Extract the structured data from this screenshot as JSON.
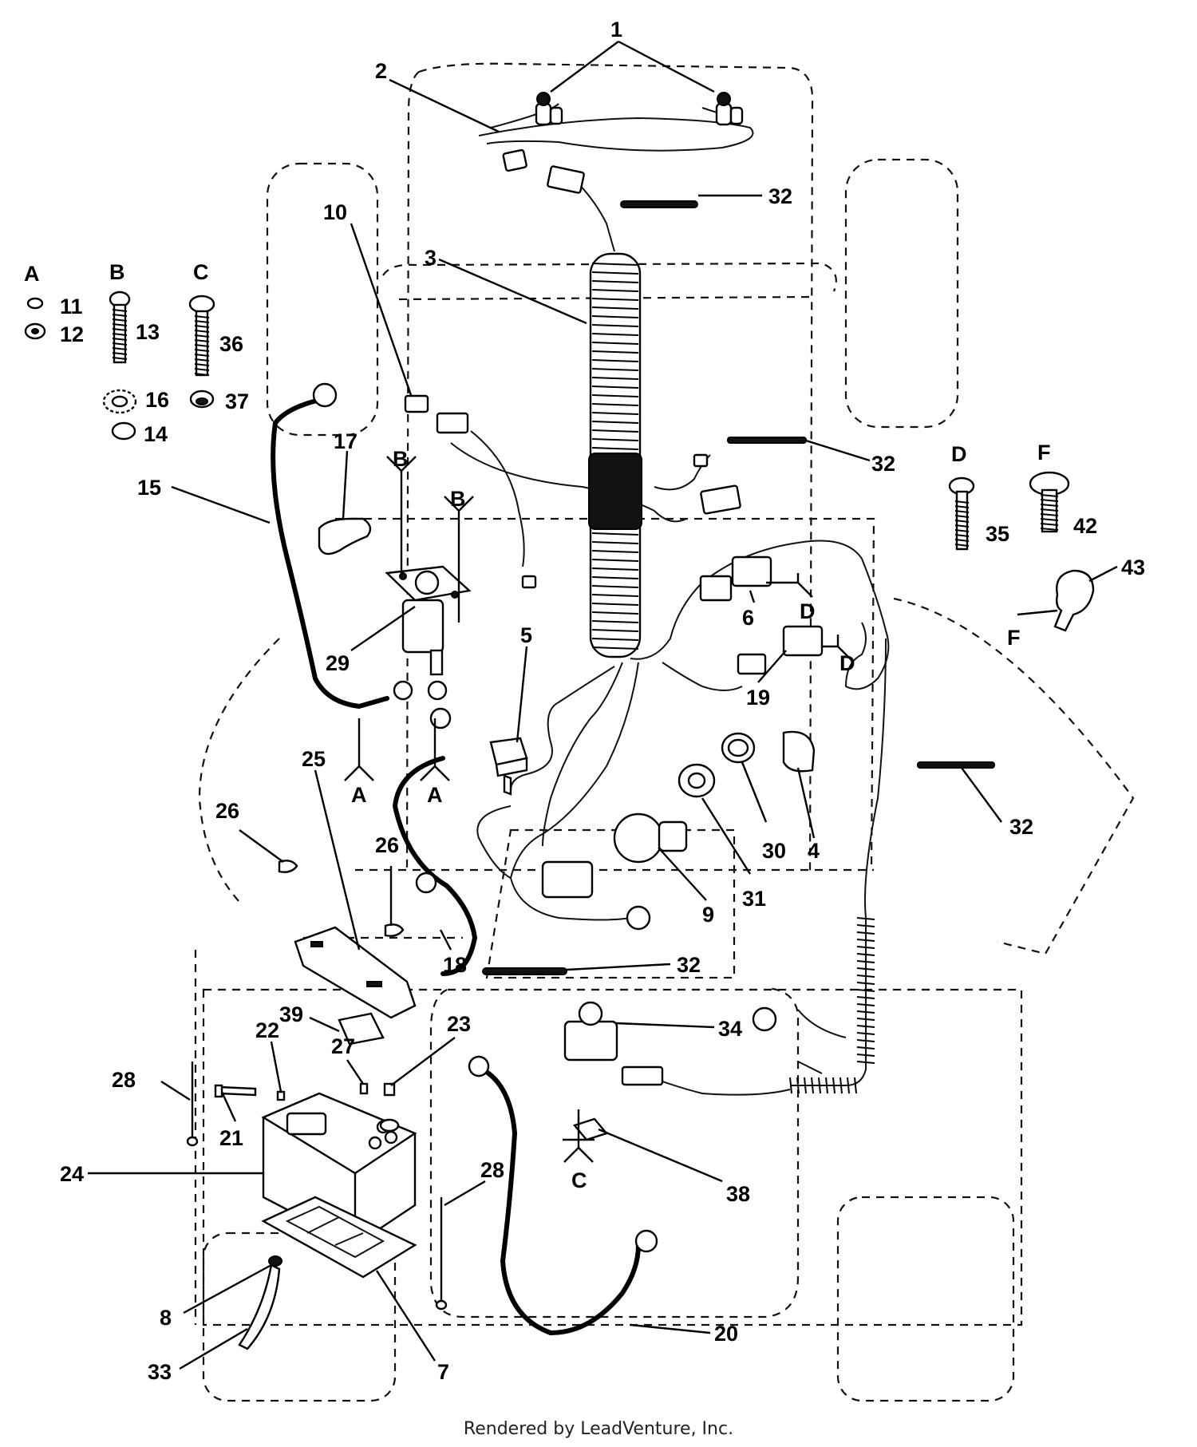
{
  "footer": {
    "credit": "Rendered by LeadVenture, Inc."
  },
  "callouts": [
    {
      "id": "c1",
      "text": "1"
    },
    {
      "id": "c2",
      "text": "2"
    },
    {
      "id": "c3",
      "text": "3"
    },
    {
      "id": "c4",
      "text": "4"
    },
    {
      "id": "c5",
      "text": "5"
    },
    {
      "id": "c6",
      "text": "6"
    },
    {
      "id": "c7",
      "text": "7"
    },
    {
      "id": "c8",
      "text": "8"
    },
    {
      "id": "c9",
      "text": "9"
    },
    {
      "id": "c10",
      "text": "10"
    },
    {
      "id": "c11",
      "text": "11"
    },
    {
      "id": "c12",
      "text": "12"
    },
    {
      "id": "c13",
      "text": "13"
    },
    {
      "id": "c14",
      "text": "14"
    },
    {
      "id": "c15",
      "text": "15"
    },
    {
      "id": "c16",
      "text": "16"
    },
    {
      "id": "c17",
      "text": "17"
    },
    {
      "id": "c18",
      "text": "18"
    },
    {
      "id": "c19",
      "text": "19"
    },
    {
      "id": "c20",
      "text": "20"
    },
    {
      "id": "c21",
      "text": "21"
    },
    {
      "id": "c22",
      "text": "22"
    },
    {
      "id": "c23",
      "text": "23"
    },
    {
      "id": "c24",
      "text": "24"
    },
    {
      "id": "c25",
      "text": "25"
    },
    {
      "id": "c26a",
      "text": "26"
    },
    {
      "id": "c26b",
      "text": "26"
    },
    {
      "id": "c27",
      "text": "27"
    },
    {
      "id": "c28a",
      "text": "28"
    },
    {
      "id": "c28b",
      "text": "28"
    },
    {
      "id": "c29",
      "text": "29"
    },
    {
      "id": "c30",
      "text": "30"
    },
    {
      "id": "c31",
      "text": "31"
    },
    {
      "id": "c32a",
      "text": "32"
    },
    {
      "id": "c32b",
      "text": "32"
    },
    {
      "id": "c32c",
      "text": "32"
    },
    {
      "id": "c32d",
      "text": "32"
    },
    {
      "id": "c33",
      "text": "33"
    },
    {
      "id": "c34",
      "text": "34"
    },
    {
      "id": "c35",
      "text": "35"
    },
    {
      "id": "c36",
      "text": "36"
    },
    {
      "id": "c37",
      "text": "37"
    },
    {
      "id": "c38",
      "text": "38"
    },
    {
      "id": "c39",
      "text": "39"
    },
    {
      "id": "c42",
      "text": "42"
    },
    {
      "id": "c43",
      "text": "43"
    }
  ],
  "group_letters": [
    {
      "id": "gA",
      "text": "A"
    },
    {
      "id": "gB",
      "text": "B"
    },
    {
      "id": "gC",
      "text": "C"
    },
    {
      "id": "gD",
      "text": "D"
    },
    {
      "id": "gF",
      "text": "F"
    }
  ],
  "reference_letters": [
    {
      "id": "rB1",
      "text": "B"
    },
    {
      "id": "rB2",
      "text": "B"
    },
    {
      "id": "rA1",
      "text": "A"
    },
    {
      "id": "rA2",
      "text": "A"
    },
    {
      "id": "rD1",
      "text": "D"
    },
    {
      "id": "rD2",
      "text": "D"
    },
    {
      "id": "rC",
      "text": "C"
    },
    {
      "id": "rF",
      "text": "F"
    }
  ]
}
